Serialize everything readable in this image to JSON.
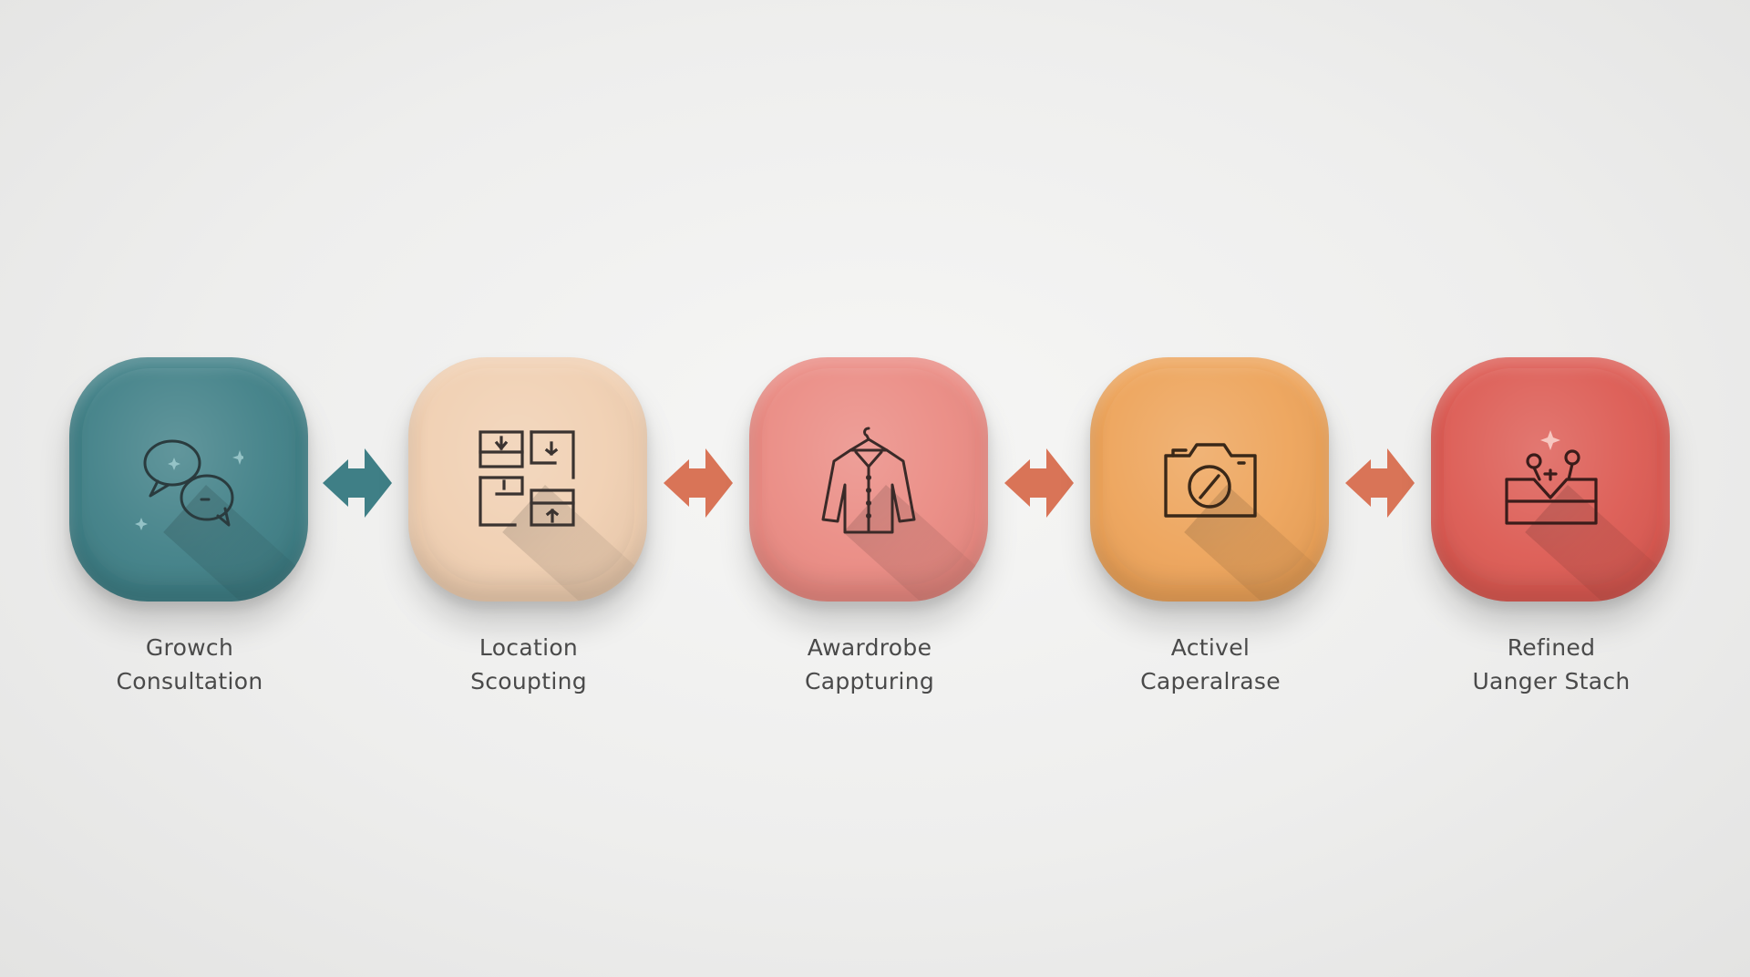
{
  "steps": [
    {
      "line1": "Growch",
      "line2": "Consultation",
      "color": "#3f7f86",
      "icon": "chat-bubbles-icon"
    },
    {
      "line1": "Location",
      "line2": "Scoupting",
      "color": "#f0cfb1",
      "icon": "floor-plan-icon"
    },
    {
      "line1": "Awardrobe",
      "line2": "Cappturing",
      "color": "#ea8a82",
      "icon": "shirt-on-hanger-icon"
    },
    {
      "line1": "Activel",
      "line2": "Caperalrase",
      "color": "#eda359",
      "icon": "camera-icon"
    },
    {
      "line1": "Refined",
      "line2": "Uanger Stach",
      "color": "#dc5a52",
      "icon": "stacked-box-icon"
    }
  ],
  "arrows": [
    {
      "color": "#3f7f86",
      "icon": "arrow-right-icon"
    },
    {
      "color": "#d97457",
      "icon": "arrow-right-icon"
    },
    {
      "color": "#d97457",
      "icon": "arrow-right-icon"
    },
    {
      "color": "#d97457",
      "icon": "arrow-right-icon"
    }
  ]
}
